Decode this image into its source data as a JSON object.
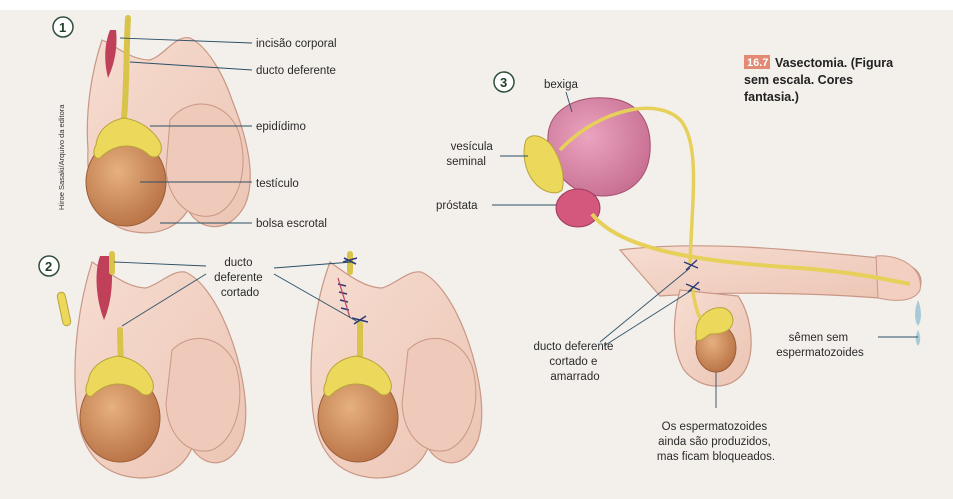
{
  "credit": "Hiroe Sasaki/Arquivo da editora",
  "caption": {
    "number": "16.7",
    "lines": [
      "Vasectomia. (Figura",
      "sem escala. Cores",
      "fantasia.)"
    ],
    "badge_color": "#e28a74"
  },
  "panel1": {
    "number": "1",
    "labels": {
      "incision": "incisão corporal",
      "vas": "ducto deferente",
      "epididymis": "epidídimo",
      "testis": "testículo",
      "scrotum": "bolsa escrotal"
    }
  },
  "panel2": {
    "number": "2",
    "label_lines": [
      "ducto",
      "deferente",
      "cortado"
    ]
  },
  "panel3": {
    "number": "3",
    "labels": {
      "bladder": "bexiga",
      "vesicle": [
        "vesícula",
        "seminal"
      ],
      "prostate": "próstata",
      "cut_vas": [
        "ducto deferente",
        "cortado e",
        "amarrado"
      ],
      "semen": [
        "sêmen sem",
        "espermatozoides"
      ],
      "note": [
        "Os espermatozoides",
        "ainda são produzidos,",
        "mas ficam bloqueados."
      ]
    }
  },
  "colors": {
    "skin": "#f1d2c4",
    "skin_edge": "#c99785",
    "testis": "#d39363",
    "epididymis": "#ecd85a",
    "bladder": "#dc8aa8",
    "incision": "#c0405a",
    "stitch": "#2d3a78"
  }
}
